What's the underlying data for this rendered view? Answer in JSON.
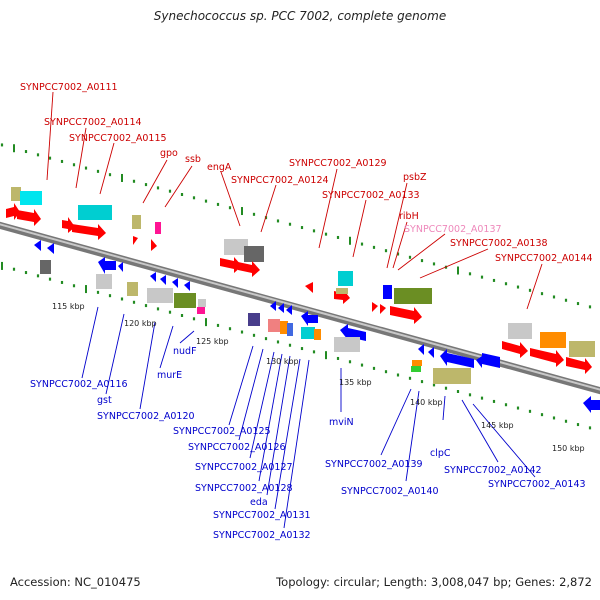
{
  "title": "Synechococcus sp. PCC 7002, complete genome",
  "accession_text": "Accession: NC_010475",
  "topology_text": "Topology: circular; Length: 3,008,047 bp; Genes: 2,872",
  "colors": {
    "backbone": "#8a8a8a",
    "top_label": "#cc0000",
    "bottom_label": "#0000cc",
    "faded_label": "#ee88bb",
    "tick": "#228b22",
    "leader_top": "#cc0000",
    "leader_bottom": "#0000cc"
  },
  "kbp_labels": [
    "115 kbp",
    "120 kbp",
    "125 kbp",
    "130 kbp",
    "135 kbp",
    "140 kbp",
    "145 kbp",
    "150 kbp"
  ],
  "top_labels": [
    "SYNPCC7002_A0111",
    "SYNPCC7002_A0114",
    "SYNPCC7002_A0115",
    "gpo",
    "ssb",
    "engA",
    "SYNPCC7002_A0129",
    "SYNPCC7002_A0124",
    "psbZ",
    "SYNPCC7002_A0133",
    "ribH",
    "SYNPCC7002_A0137",
    "SYNPCC7002_A0138",
    "SYNPCC7002_A0144"
  ],
  "bottom_labels": [
    "SYNPCC7002_A0116",
    "gst",
    "murE",
    "SYNPCC7002_A0120",
    "nudF",
    "SYNPCC7002_A0125",
    "SYNPCC7002_A0126",
    "SYNPCC7002_A0127",
    "SYNPCC7002_A0128",
    "eda",
    "SYNPCC7002_A0131",
    "SYNPCC7002_A0132",
    "mviN",
    "SYNPCC7002_A0139",
    "SYNPCC7002_A0140",
    "clpC",
    "SYNPCC7002_A0142",
    "SYNPCC7002_A0143"
  ]
}
